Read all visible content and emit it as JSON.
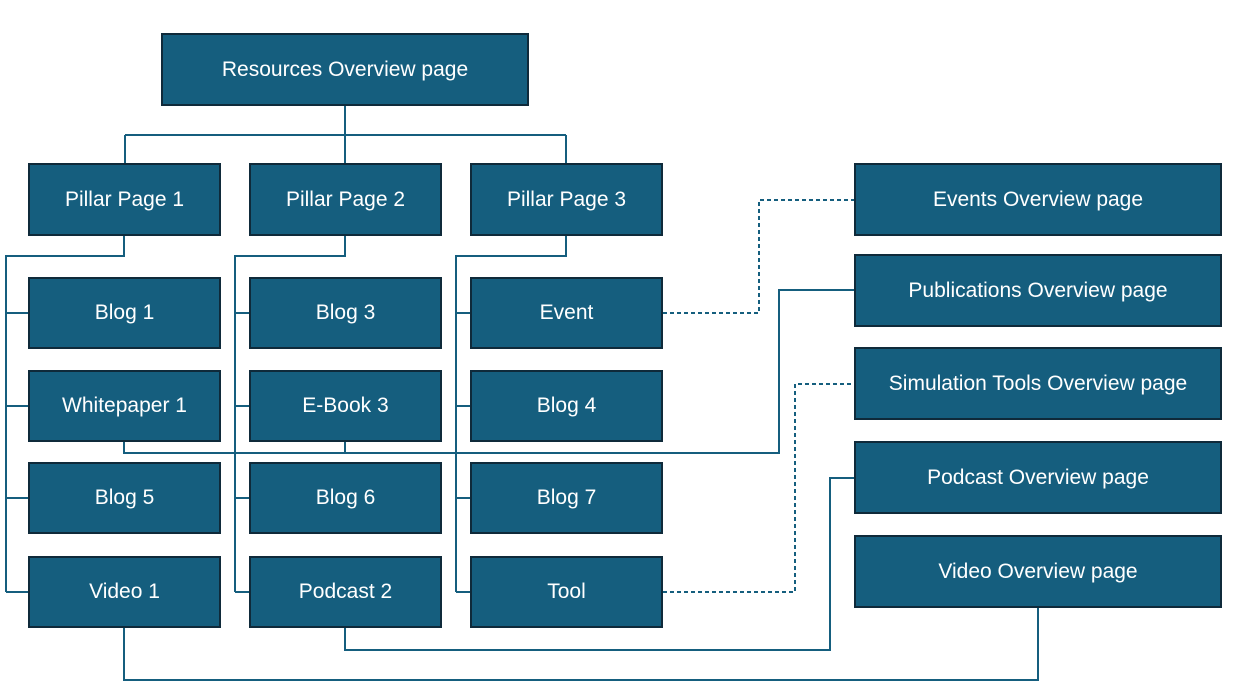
{
  "diagram": {
    "colors": {
      "box_fill": "#155e7e",
      "box_border": "#0f2a3a",
      "connector": "#155e7e",
      "text": "#ffffff"
    },
    "root": {
      "label": "Resources Overview page"
    },
    "pillars": [
      {
        "label": "Pillar Page 1",
        "children": [
          "Blog 1",
          "Whitepaper 1",
          "Blog 5",
          "Video 1"
        ]
      },
      {
        "label": "Pillar Page 2",
        "children": [
          "Blog 3",
          "E-Book 3",
          "Blog 6",
          "Podcast 2"
        ]
      },
      {
        "label": "Pillar Page 3",
        "children": [
          "Event",
          "Blog 4",
          "Blog 7",
          "Tool"
        ]
      }
    ],
    "overview_pages": [
      "Events Overview page",
      "Publications Overview page",
      "Simulation Tools Overview page",
      "Podcast Overview page",
      "Video Overview page"
    ]
  }
}
